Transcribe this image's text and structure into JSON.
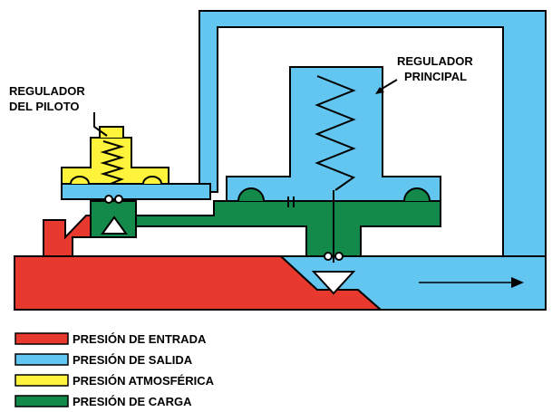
{
  "labels": {
    "pilot_line1": "REGULADOR",
    "pilot_line2": "DEL PILOTO",
    "main_line1": "REGULADOR",
    "main_line2": "PRINCIPAL"
  },
  "legend": [
    {
      "label": "PRESIÓN DE ENTRADA",
      "color": "#e8392f"
    },
    {
      "label": "PRESIÓN DE SALIDA",
      "color": "#62c6f0"
    },
    {
      "label": "PRESIÓN ATMOSFÉRICA",
      "color": "#fff33b"
    },
    {
      "label": "PRESIÓN DE CARGA",
      "color": "#138a4a"
    }
  ],
  "colors": {
    "inlet": "#e8392f",
    "outlet": "#62c6f0",
    "atmospheric": "#fff33b",
    "loading": "#138a4a",
    "outline": "#000000"
  },
  "icons": {
    "flow_arrow": "right-arrow-icon",
    "spring": "spring-icon",
    "valve": "valve-plug-icon"
  }
}
